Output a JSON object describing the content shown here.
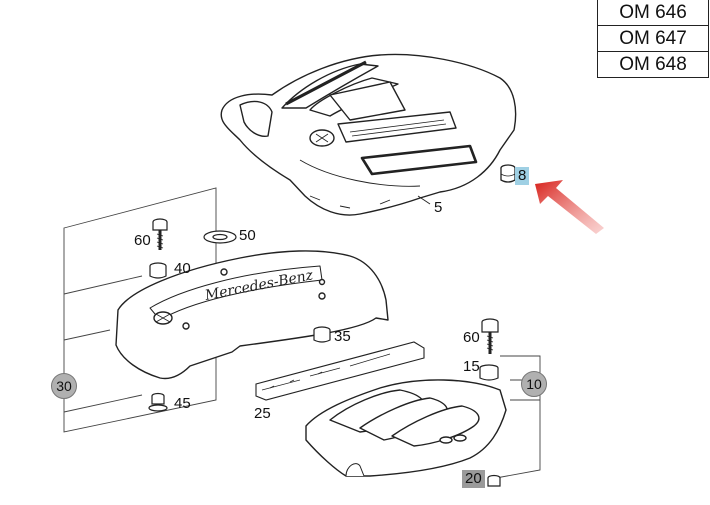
{
  "engine_models": [
    "OM 646",
    "OM 647",
    "OM 648"
  ],
  "callouts": {
    "c8": "8",
    "c5": "5",
    "c60a": "60",
    "c50": "50",
    "c40": "40",
    "c35": "35",
    "c60b": "60",
    "c15": "15",
    "c30": "30",
    "c10": "10",
    "c45": "45",
    "c25": "25",
    "c20": "20"
  },
  "brand_lettering": "Mercedes-Benz",
  "colors": {
    "arrow": "#e0261f",
    "highlight_blue": "#9fd0e4",
    "highlight_gray": "#9a9a9a",
    "circle_gray": "#b0b0b0",
    "line": "#222222"
  }
}
